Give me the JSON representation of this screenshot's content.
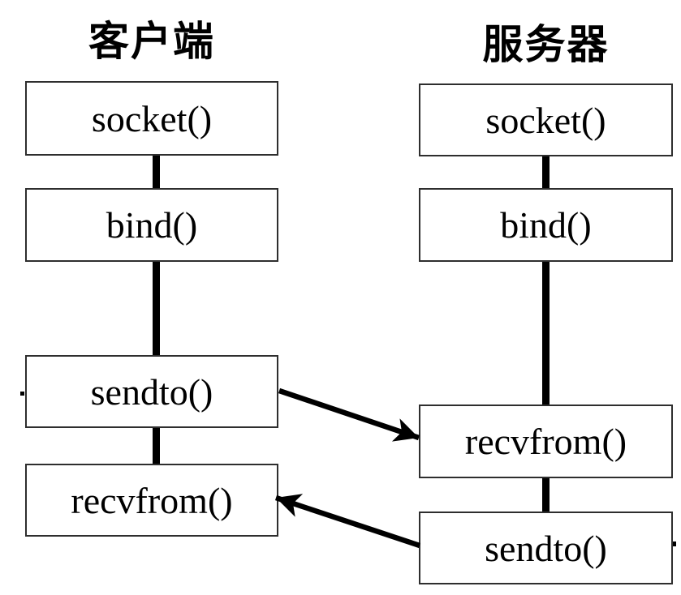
{
  "diagram": {
    "type": "flow-diagram",
    "subject": "UDP socket communication flow",
    "colors": {
      "background": "#ffffff",
      "line": "#000000",
      "box_border": "#2e2e2e",
      "text": "#000000"
    },
    "client": {
      "title": "客户端",
      "boxes": {
        "socket": "socket()",
        "bind": "bind()",
        "sendto": "sendto()",
        "recvfrom": "recvfrom()"
      }
    },
    "server": {
      "title": "服务器",
      "boxes": {
        "socket": "socket()",
        "bind": "bind()",
        "recvfrom": "recvfrom()",
        "sendto": "sendto()"
      }
    },
    "arrows": [
      {
        "from": "client.sendto",
        "to": "server.recvfrom"
      },
      {
        "from": "server.sendto",
        "to": "client.recvfrom"
      }
    ]
  }
}
